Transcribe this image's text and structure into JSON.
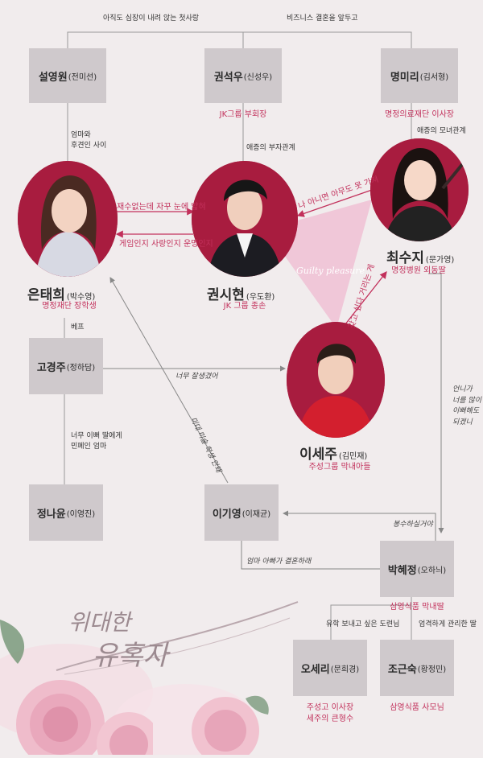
{
  "top_notes": {
    "first_love": "아직도 심장이 내려 앉는 첫사랑",
    "business_marriage": "비즈니스 결혼을 앞두고"
  },
  "people": {
    "seol": {
      "name": "설영원",
      "actor": "(전미선)"
    },
    "kwon_seokwoo": {
      "name": "권석우",
      "actor": "(신성우)",
      "role": "JK그룹 부회장"
    },
    "myung": {
      "name": "명미리",
      "actor": "(김서형)",
      "role": "명정의료재단 이사장"
    },
    "eun": {
      "name": "은태희",
      "actor": "(박수영)",
      "role": "명정재단 장학생"
    },
    "kwon_sihyun": {
      "name": "권시현",
      "actor": "(우도환)",
      "role": "JK 그룹 종손"
    },
    "choi": {
      "name": "최수지",
      "actor": "(문가영)",
      "role": "명정병원 외동딸"
    },
    "ko": {
      "name": "고경주",
      "actor": "(정하담)"
    },
    "lee_seju": {
      "name": "이세주",
      "actor": "(김민재)",
      "role": "주성그룹 막내아들"
    },
    "jung": {
      "name": "정나윤",
      "actor": "(이영진)"
    },
    "lee_giyoung": {
      "name": "이기영",
      "actor": "(이재균)"
    },
    "park": {
      "name": "박혜정",
      "actor": "(오하늬)",
      "role": "삼영식품 막내딸"
    },
    "oh": {
      "name": "오세리",
      "actor": "(문희경)",
      "role_line1": "주성고 이사장",
      "role_line2": "세주의 큰형수"
    },
    "jo": {
      "name": "조근숙",
      "actor": "(황정민)",
      "role": "삼영식품 사모님"
    }
  },
  "relations": {
    "mom_guardian_line1": "엄마와",
    "mom_guardian_line2": "후견인 사이",
    "hate_father_son": "애증의 부자관계",
    "hate_mother_daughter": "애증의 모녀관계",
    "annoying": "재수없는데 자꾸 눈에 밟혀",
    "game_or_love": "게임인지 사랑인지 운명인지",
    "nobody_can_have": "나 아니면 아무도 못 가져",
    "guilty_pleasure": "Guilty pleasure",
    "want_to_have": "갖고 싶다 거리는 게",
    "bestie": "베프",
    "mom_line1": "너무 이뻐 딸에게",
    "mom_line2": "민폐인 엄마",
    "study_abroad": "유학 보내고 싶은 도련님",
    "strict": "엄격하게 관리한 딸",
    "hand_ko_lee": "너무 잘생겼어",
    "hand_lee_eun": "미대 미술 학생 안돼",
    "hand_park_lee_line1": "언니가",
    "hand_park_lee_line2": "너를 많이",
    "hand_park_lee_line3": "이뻐해도",
    "hand_park_lee_line4": "되겠니",
    "hand_kind": "봉수하실거야",
    "hand_parents": "엄마 아빠가 결혼하래"
  },
  "logo": {
    "line1": "위대한",
    "line2": "유혹자"
  },
  "colors": {
    "box": "#cfc9cc",
    "accent": "#c2305b",
    "circle": "#a81c3f",
    "background": "#f1eced",
    "triangle": "#f0c1d3"
  }
}
